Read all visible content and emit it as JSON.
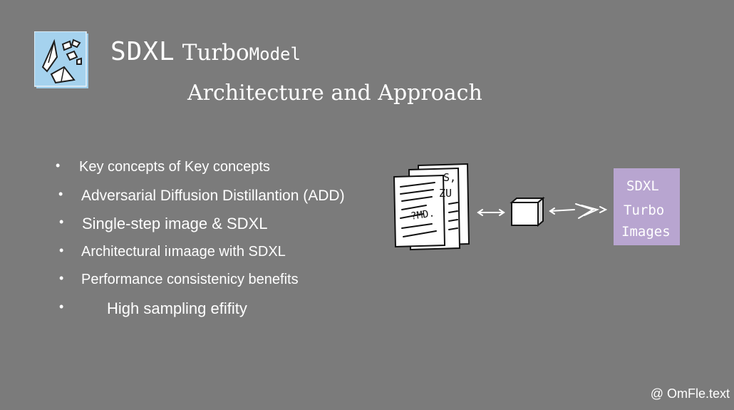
{
  "title": {
    "main": "SDXL",
    "turbo": "Turbo",
    "model": "Model"
  },
  "subtitle": "Architecture and Approach",
  "bullets": [
    "Key concepts of Key  concepts",
    "Adversarial Diffusion Distillantion (ADD)",
    "Single-step image & SDXL",
    "Architectural iımaage with SDXL",
    "Performance consistenicy benefits",
    "High sampling efifity"
  ],
  "diagram": {
    "output_box": {
      "line1": "SDXL",
      "line2": "Turbo",
      "line3": "Images"
    },
    "doc_scribbles": [
      "S,",
      "ZU",
      "?MD."
    ]
  },
  "watermark": "@ OmFle.text",
  "colors": {
    "background": "#7b7b7b",
    "logo_bg": "#a5d2ee",
    "output_box": "#b8a5d0",
    "text": "#ffffff"
  },
  "icons": [
    "crystal-logo-icon",
    "documents-icon",
    "cube-icon",
    "double-arrow-icon",
    "sparkle-arrow-icon"
  ]
}
